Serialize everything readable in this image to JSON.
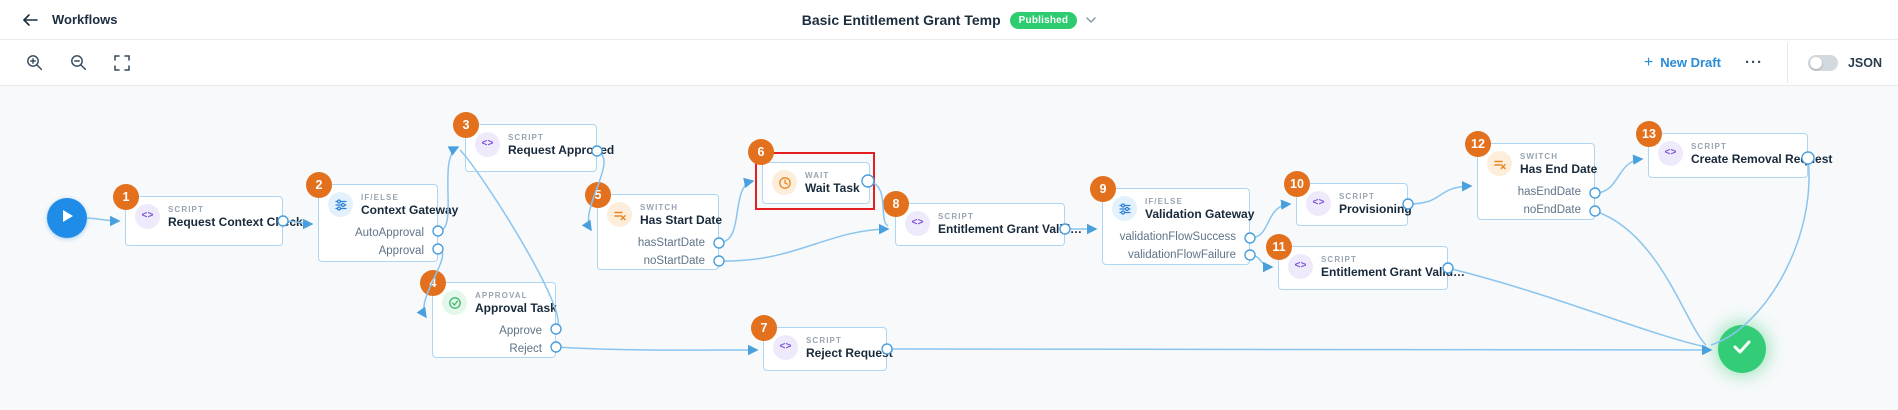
{
  "header": {
    "back_label": "Workflows",
    "title": "Basic Entitlement Grant Temp",
    "status_badge": "Published"
  },
  "toolbar": {
    "new_draft_label": "New Draft",
    "more_glyph": "···",
    "json_label": "JSON"
  },
  "colors": {
    "badge_orange": "#e2701c",
    "edge_blue": "#8bc5ee",
    "published_green": "#2ecc71",
    "start_blue": "#1f8ce8",
    "end_green": "#33cc77",
    "highlight_red": "#e31f1f"
  },
  "workflow": {
    "nodes": [
      {
        "num": "1",
        "type_label": "Script",
        "title": "Request Context Check",
        "icon": "script-icon",
        "ports": []
      },
      {
        "num": "2",
        "type_label": "If/Else",
        "title": "Context Gateway",
        "icon": "ifelse-icon",
        "ports": [
          "AutoApproval",
          "Approval"
        ]
      },
      {
        "num": "3",
        "type_label": "Script",
        "title": "Request Approved",
        "icon": "script-icon",
        "ports": []
      },
      {
        "num": "4",
        "type_label": "Approval",
        "title": "Approval Task",
        "icon": "approval-icon",
        "ports": [
          "Approve",
          "Reject"
        ]
      },
      {
        "num": "5",
        "type_label": "Switch",
        "title": "Has Start Date",
        "icon": "switch-icon",
        "ports": [
          "hasStartDate",
          "noStartDate"
        ]
      },
      {
        "num": "6",
        "type_label": "Wait",
        "title": "Wait Task",
        "icon": "wait-icon",
        "ports": [],
        "highlighted": true
      },
      {
        "num": "7",
        "type_label": "Script",
        "title": "Reject Request",
        "icon": "script-icon",
        "ports": []
      },
      {
        "num": "8",
        "type_label": "Script",
        "title": "Entitlement Grant Valid…",
        "icon": "script-icon",
        "ports": []
      },
      {
        "num": "9",
        "type_label": "If/Else",
        "title": "Validation Gateway",
        "icon": "ifelse-icon",
        "ports": [
          "validationFlowSuccess",
          "validationFlowFailure"
        ]
      },
      {
        "num": "10",
        "type_label": "Script",
        "title": "Provisioning",
        "icon": "script-icon",
        "ports": []
      },
      {
        "num": "11",
        "type_label": "Script",
        "title": "Entitlement Grant Valid…",
        "icon": "script-icon",
        "ports": []
      },
      {
        "num": "12",
        "type_label": "Switch",
        "title": "Has End Date",
        "icon": "switch-icon",
        "ports": [
          "hasEndDate",
          "noEndDate"
        ]
      },
      {
        "num": "13",
        "type_label": "Script",
        "title": "Create Removal Request",
        "icon": "script-icon",
        "ports": []
      }
    ]
  }
}
